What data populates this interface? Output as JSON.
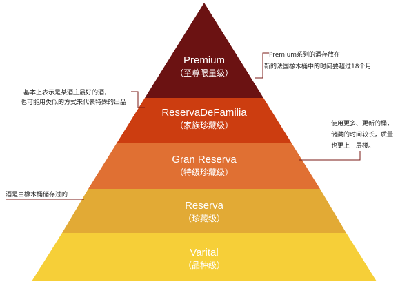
{
  "tiers": [
    {
      "name": "Premium",
      "sub": "（至尊限量级）",
      "color": "#6b1212"
    },
    {
      "name": "ReservaDeFamilia",
      "sub": "（家族珍藏级）",
      "color": "#cc3d10"
    },
    {
      "name": "Gran Reserva",
      "sub": "（特级珍藏级）",
      "color": "#e07033"
    },
    {
      "name": "Reserva",
      "sub": "（珍藏级）",
      "color": "#e2aa35"
    },
    {
      "name": "Varital",
      "sub": "（品种级）",
      "color": "#f6cf38"
    }
  ],
  "notes": {
    "premium": {
      "line1": "Premium系列的酒存放在",
      "line2": "新的法国橡木桶中的时间要超过18个月"
    },
    "familia": {
      "line1": "基本上表示是某酒庄最好的酒，",
      "line2": "也可能用类似的方式来代表特殊的出品"
    },
    "gran": {
      "line1": "使用更多、更新的桶，",
      "line2": "储藏的时间较长，质量",
      "line3": "也更上一层楼。"
    },
    "reserva": {
      "line1": "酒是由橡木桶储存过的"
    }
  }
}
